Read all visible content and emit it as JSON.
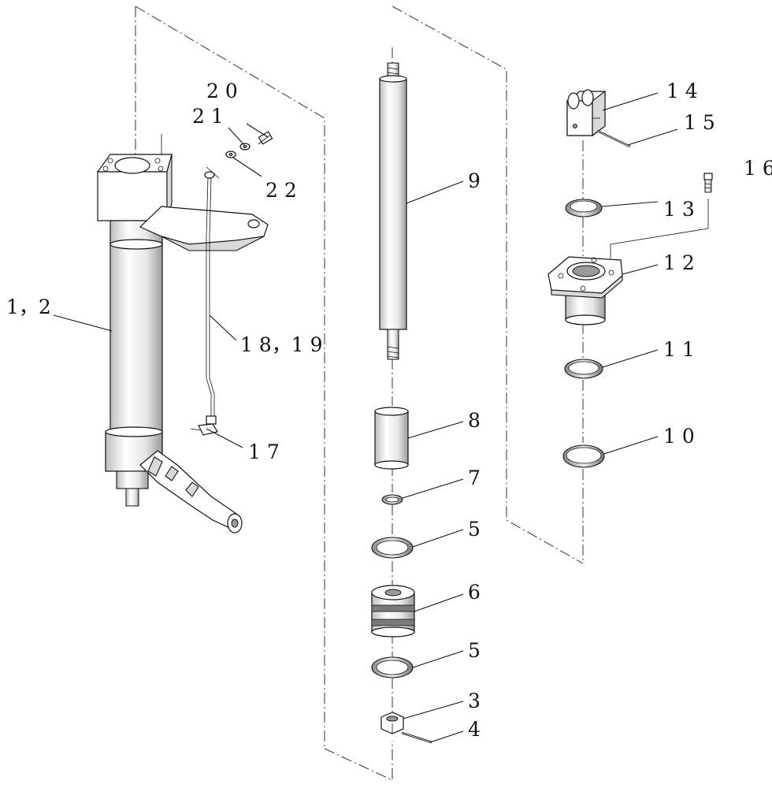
{
  "labels": {
    "l_1_2": "1，2",
    "l_20": "2 0",
    "l_21": "2 1",
    "l_22": "2 2",
    "l_18_19": "1 8，1 9",
    "l_17": "1 7",
    "l_9": "9",
    "l_8": "8",
    "l_7": "7",
    "l_5a": "5",
    "l_6": "6",
    "l_5b": "5",
    "l_3": "3",
    "l_4": "4",
    "l_14": "1 4",
    "l_15": "1 5",
    "l_16": "1 6",
    "l_13": "1 3",
    "l_12": "1 2",
    "l_11": "1 1",
    "l_10": "1 0"
  }
}
